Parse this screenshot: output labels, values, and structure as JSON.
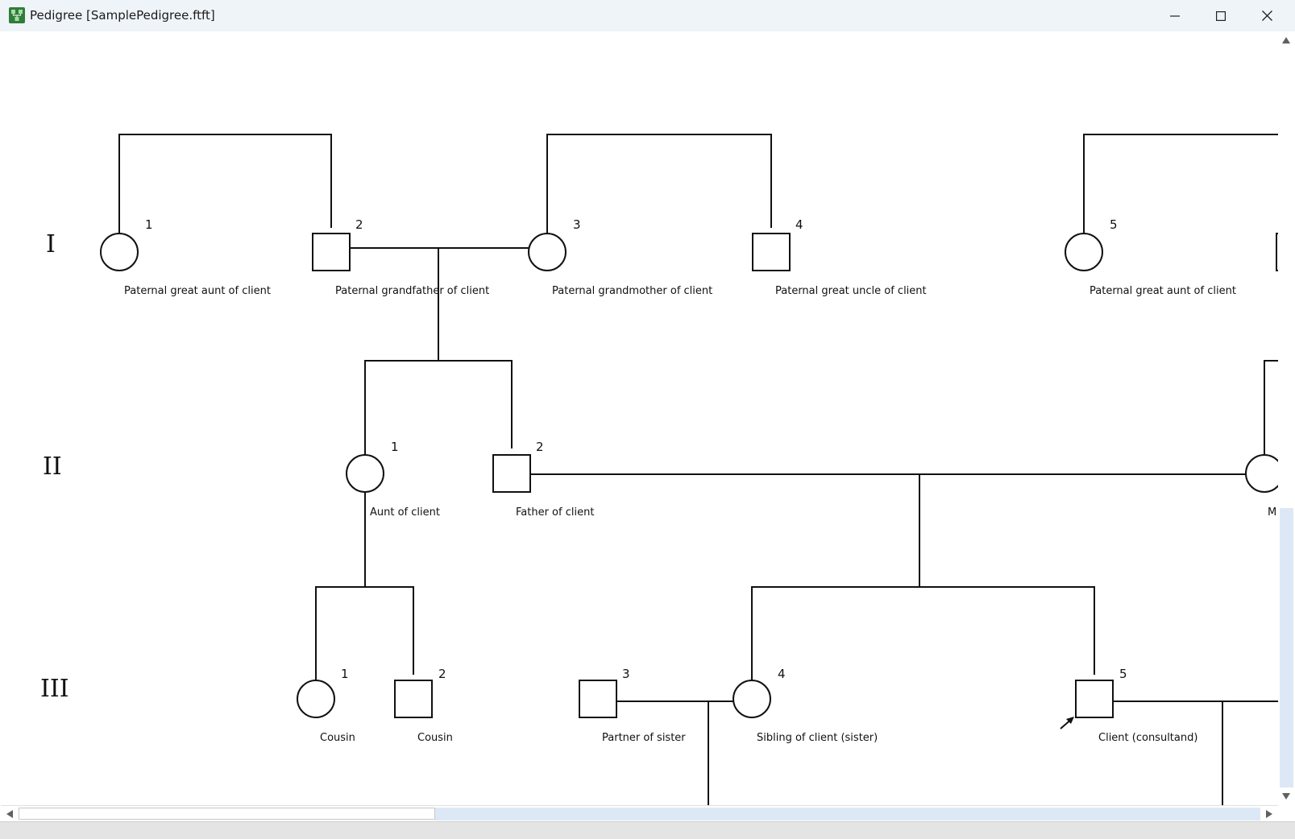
{
  "window": {
    "title": "Pedigree [SamplePedigree.ftft]",
    "icons": {
      "app": "pedigree-app-icon",
      "minimize": "minimize-icon",
      "maximize": "maximize-icon",
      "close": "close-icon"
    }
  },
  "generations": [
    {
      "numeral": "I",
      "individuals": [
        {
          "number": "1",
          "sex": "female",
          "label": "Paternal great aunt of client"
        },
        {
          "number": "2",
          "sex": "male",
          "label": "Paternal grandfather of client"
        },
        {
          "number": "3",
          "sex": "female",
          "label": "Paternal grandmother of client"
        },
        {
          "number": "4",
          "sex": "male",
          "label": "Paternal great uncle of client"
        },
        {
          "number": "5",
          "sex": "female",
          "label": "Paternal great aunt of client"
        }
      ]
    },
    {
      "numeral": "II",
      "individuals": [
        {
          "number": "1",
          "sex": "female",
          "label": "Aunt of client"
        },
        {
          "number": "2",
          "sex": "male",
          "label": "Father of client"
        },
        {
          "number": "",
          "sex": "female",
          "label": "M"
        }
      ]
    },
    {
      "numeral": "III",
      "individuals": [
        {
          "number": "1",
          "sex": "female",
          "label": "Cousin"
        },
        {
          "number": "2",
          "sex": "male",
          "label": "Cousin"
        },
        {
          "number": "3",
          "sex": "male",
          "label": "Partner of sister"
        },
        {
          "number": "4",
          "sex": "female",
          "label": "Sibling of client (sister)"
        },
        {
          "number": "5",
          "sex": "male",
          "label": "Client (consultand)",
          "proband": true
        }
      ]
    }
  ],
  "scrollbars": {
    "vertical": true,
    "horizontal": true
  },
  "colors": {
    "line": "#111111",
    "titlebar": "#eff4f9",
    "scroll_track": "#dce8f5",
    "statusbar": "#e4e4e4"
  }
}
